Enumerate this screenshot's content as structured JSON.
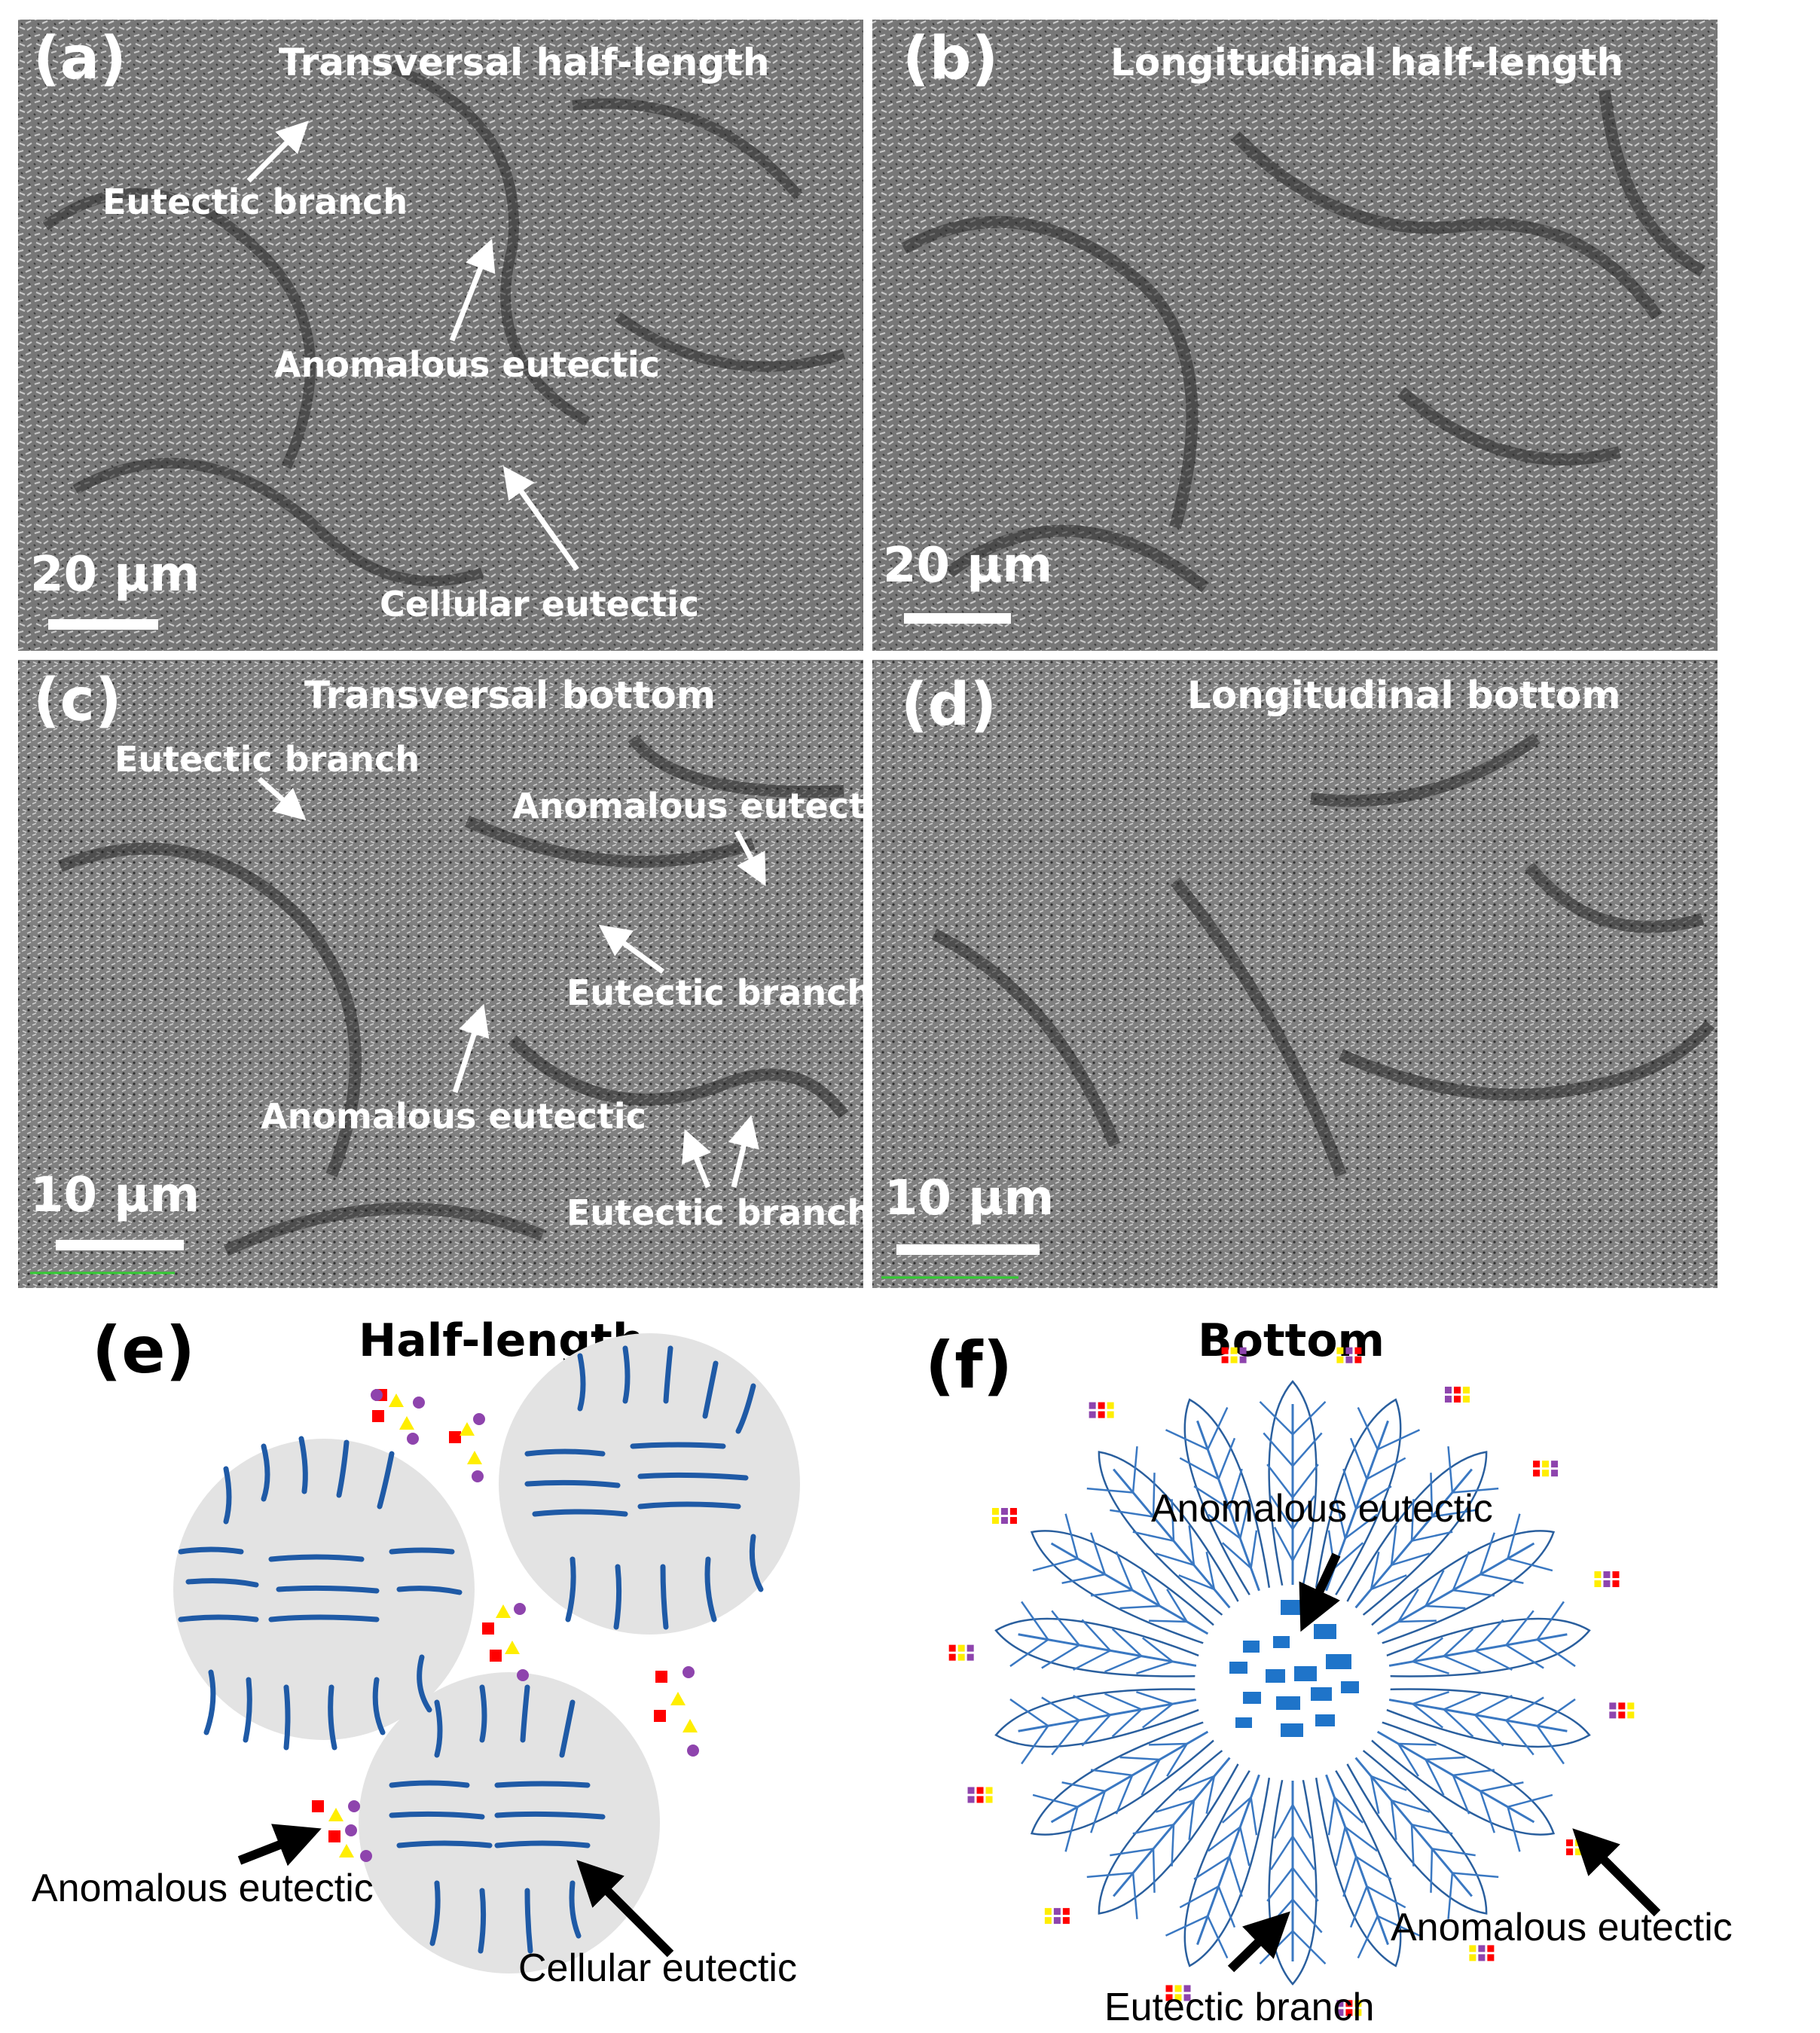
{
  "panels": {
    "a": {
      "letter": "(a)",
      "title": "Transversal half-length",
      "scale": "20 µm",
      "labels": [
        "Eutectic branch",
        "Anomalous eutectic",
        "Cellular eutectic"
      ]
    },
    "b": {
      "letter": "(b)",
      "title": "Longitudinal half-length",
      "scale": "20 µm"
    },
    "c": {
      "letter": "(c)",
      "title": "Transversal bottom",
      "scale": "10 µm",
      "labels": [
        "Eutectic branch",
        "Anomalous eutectic",
        "Eutectic branch",
        "Anomalous eutectic",
        "Eutectic branch"
      ]
    },
    "d": {
      "letter": "(d)",
      "title": "Longitudinal bottom",
      "scale": "10 µm"
    },
    "e": {
      "letter": "(e)",
      "title": "Half-length",
      "labels": [
        "Anomalous  eutectic",
        "Cellular  eutectic"
      ]
    },
    "f": {
      "letter": "(f)",
      "title": "Bottom",
      "labels": [
        "Anomalous  eutectic",
        "Anomalous  eutectic",
        "Eutectic branch"
      ]
    }
  },
  "colors": {
    "sem_background": "#7a7a7a",
    "label_text": "#ffffff",
    "cell_fill": "#e3e3e3",
    "rod_blue": "#1f5aa6",
    "branch_blue": "#3a78c2",
    "marker_red": "#ff0000",
    "marker_yellow": "#ffee00",
    "marker_purple": "#8e44ad"
  }
}
